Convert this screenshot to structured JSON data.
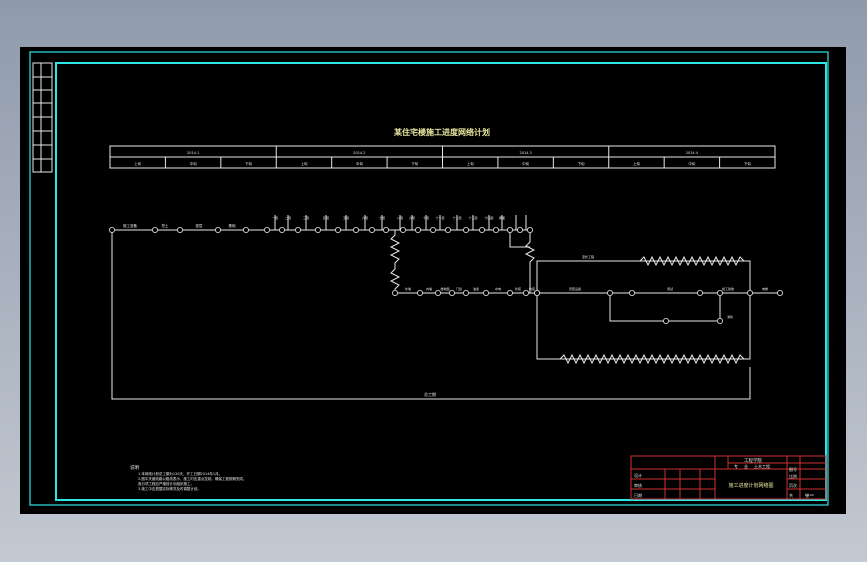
{
  "drawing": {
    "title": "某住宅楼施工进度网络计划",
    "timeline": {
      "months": [
        "2014.1",
        "2014.2",
        "2014.3",
        "2014.4"
      ],
      "decades": [
        "上旬",
        "中旬",
        "下旬",
        "上旬",
        "中旬",
        "下旬",
        "上旬",
        "中旬",
        "下旬",
        "上旬",
        "中旬",
        "下旬"
      ]
    },
    "main_chain": {
      "labels": [
        "施工准备",
        "挖土",
        "垫层",
        "基础"
      ],
      "top_labels": [
        "一层",
        "二层",
        "三层",
        "四层",
        "五层",
        "六层",
        "七层",
        "八层",
        "九层",
        "十层",
        "十一层",
        "十二层",
        "十三层",
        "十四层",
        "屋面"
      ],
      "second_labels": [
        "外墙",
        "内墙",
        "楼地面",
        "门窗",
        "油漆",
        "水电",
        "外装",
        "内装",
        "清理"
      ],
      "branch_labels": [
        "室外工程",
        "安装设备",
        "调试",
        "竣工验收",
        "电梯",
        "消防"
      ],
      "bottom_label": "总工期"
    },
    "notes": {
      "heading": "说明",
      "items": [
        "1.本网络计划总工期为120天，开工日期2014年1月。",
        "2.图中关键线路以粗线表示，施工时应重点控制，确保工程按期完成。",
        "   各分项工程应严格按计划组织施工。",
        "3.施工中应根据实际情况及时调整计划。"
      ]
    },
    "title_block": {
      "company": "工程学院",
      "row1": [
        "专",
        "业",
        "土木工程"
      ],
      "drawing_name": "施工进度计划网络图",
      "rows_left": [
        "设计",
        "审核",
        "日期"
      ],
      "cells_right": [
        "图号",
        "比例",
        "页次",
        "共",
        "张"
      ],
      "scale": "1:100"
    }
  }
}
